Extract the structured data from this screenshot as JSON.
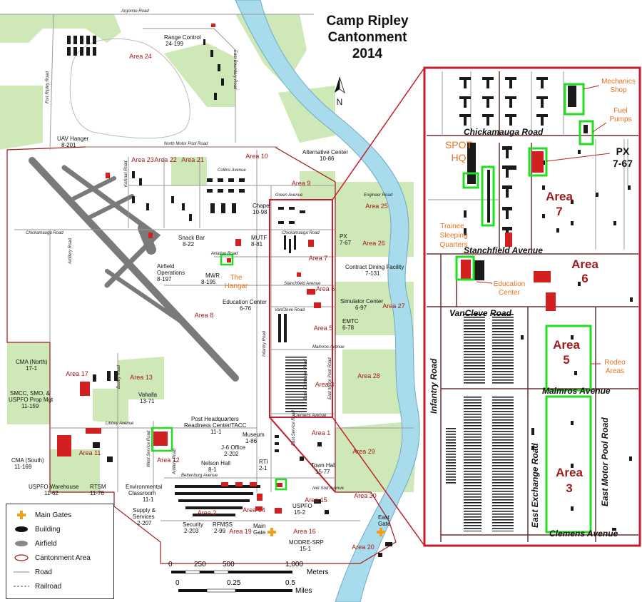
{
  "title": [
    "Camp Ripley",
    "Cantonment",
    "2014"
  ],
  "north_arrow": "N",
  "roads": {
    "argonne": "Argonne Road",
    "fort_ripley": "Fort Ripley Road",
    "east_boundary": "East Boundary Road",
    "north_motor_pool": "North Motor Pool Road",
    "collins": "Collins Avenue",
    "kolsrud": "Kolsrud Road",
    "green": "Green Avenue",
    "engineer": "Engineer Road",
    "chickamauga": "Chickamauga Road",
    "artillery": "Artillery Road",
    "aviation": "Aviation Road",
    "stanchfield": "Stanchfield Avenue",
    "vancleve": "VanCleve Road",
    "infantry": "Infantry Road",
    "malmros": "Malmros Avenue",
    "east_exchange": "East Exchange Road",
    "east_motor_pool": "East Motor Pool Road",
    "clemens": "Clemens Avenue",
    "bodey": "Bodey Road",
    "libbey": "Libbey Avenue",
    "west_service": "West Service Road",
    "east_service": "East Service Road",
    "bettenburg": "Bettenburg Avenue",
    "iver_sod": "Iver Sod Avenue"
  },
  "areas": {
    "a24": "Area 24",
    "a23": "Area 23",
    "a22": "Area 22",
    "a21": "Area 21",
    "a10": "Area 10",
    "a9": "Area 9",
    "a25": "Area 25",
    "a26": "Area 26",
    "a7": "Area 7",
    "a6": "Area 6",
    "a27": "Area 27",
    "a5": "Area 5",
    "a8": "Area 8",
    "a3": "Area 3",
    "a28": "Area 28",
    "a17": "Area 17",
    "a13": "Area 13",
    "a11": "Area 11",
    "a1": "Area 1",
    "a29": "Area 29",
    "a12": "Area 12",
    "a2": "Area 2",
    "a14": "Area 14",
    "a15": "Area 15",
    "a19": "Area 19",
    "a16": "Area 16",
    "a30": "Area 30",
    "a20": "Area 20"
  },
  "facilities": {
    "range_control": [
      "Range Control",
      "24-199"
    ],
    "uav_hanger": [
      "UAV Hanger",
      "8-201"
    ],
    "alternative_center": [
      "Alternative Center",
      "10-86"
    ],
    "chapel": [
      "Chapel",
      "10-98"
    ],
    "snack_bar": [
      "Snack Bar",
      "8-22"
    ],
    "mutf": [
      "MUTF",
      "8-81"
    ],
    "px": [
      "PX",
      "7-67"
    ],
    "airfield_operations": [
      "Airfield",
      "Operations",
      "8-197"
    ],
    "mwr": [
      "MWR",
      "8-195"
    ],
    "the_hangar": [
      "The",
      "Hangar"
    ],
    "contract_dining": [
      "Contract Dining Facility",
      "7-131"
    ],
    "education_center": [
      "Education Center",
      "6-76"
    ],
    "simulator_center": [
      "Simulator Center",
      "6-97"
    ],
    "emtc": [
      "EMTC",
      "6-78"
    ],
    "cma_north": [
      "CMA (North)",
      "17-1"
    ],
    "smcc": [
      "SMCC, SMO, &",
      "USPFO Prop Mgt",
      "11-159"
    ],
    "vahalla": [
      "Vahalla",
      "13-71"
    ],
    "post_hq": [
      "Post Headquarters",
      "Readiness Center/TACC",
      "11-1"
    ],
    "museum": [
      "Museum",
      "1-86"
    ],
    "cma_south": [
      "CMA (South)",
      "11-169"
    ],
    "j6": [
      "J-6 Office",
      "2-202"
    ],
    "nelson_hall": [
      "Nelson Hall",
      "8-1"
    ],
    "rti": [
      "RTI",
      "2-1"
    ],
    "town_hall": [
      "Town Hall",
      "15-77"
    ],
    "uspfo_warehouse": [
      "USPFO Warehouse",
      "11-62"
    ],
    "rtsm": [
      "RTSM",
      "11-76"
    ],
    "env_classroom": [
      "Environmental",
      "Classroom",
      "11-1"
    ],
    "supply": [
      "Supply &",
      "Services",
      "2-207"
    ],
    "security": [
      "Security",
      "2-203"
    ],
    "rfmss": [
      "RFMSS",
      "2-99"
    ],
    "main_gate": [
      "Main",
      "Gate"
    ],
    "uspfo": [
      "USPFO",
      "15-2"
    ],
    "modre": [
      "MODRE-SRP",
      "15-1"
    ],
    "east_gate": [
      "East",
      "Gate"
    ]
  },
  "inset": {
    "mechanics_shop": [
      "Mechanics",
      "Shop"
    ],
    "fuel_pumps": [
      "Fuel",
      "Pumps"
    ],
    "spot_hq": [
      "SPOT",
      "HQ"
    ],
    "px": [
      "PX",
      "7-67"
    ],
    "area7": [
      "Area",
      "7"
    ],
    "trainee": [
      "Trainee",
      "Sleeping",
      "Quarters"
    ],
    "area6": [
      "Area",
      "6"
    ],
    "education_center": [
      "Education",
      "Center"
    ],
    "area5": [
      "Area",
      "5"
    ],
    "rodeo": [
      "Rodeo",
      "Areas"
    ],
    "area3": [
      "Area",
      "3"
    ],
    "chickamauga": "Chickamauga Road",
    "stanchfield": "Stanchfield Avenue",
    "vancleve": "VanCleve Road",
    "malmros": "Malmros Avenue",
    "clemens": "Clemens Avenue",
    "infantry": "Infantry Road",
    "east_exchange": "East Exchange Road",
    "east_motor_pool": "East Motor Pool Road"
  },
  "legend": {
    "main_gates": "Main Gates",
    "building": "Building",
    "airfield": "Airfield",
    "cantonment": "Cantonment Area",
    "road": "Road",
    "railroad": "Railroad"
  },
  "scale": {
    "meters_ticks": [
      "0",
      "250",
      "500",
      "1,000"
    ],
    "meters_unit": "Meters",
    "miles_ticks": [
      "0",
      "0.25",
      "0.5"
    ],
    "miles_unit": "Miles"
  },
  "colors": {
    "facility_red": "#d21f1f",
    "area_label": "#a01b1b",
    "highlight_green": "#22dd22",
    "inset_border": "#c41e2a",
    "water": "#a8dcec",
    "vegetation": "#cfe8b8",
    "callout_orange": "#e8731e"
  }
}
